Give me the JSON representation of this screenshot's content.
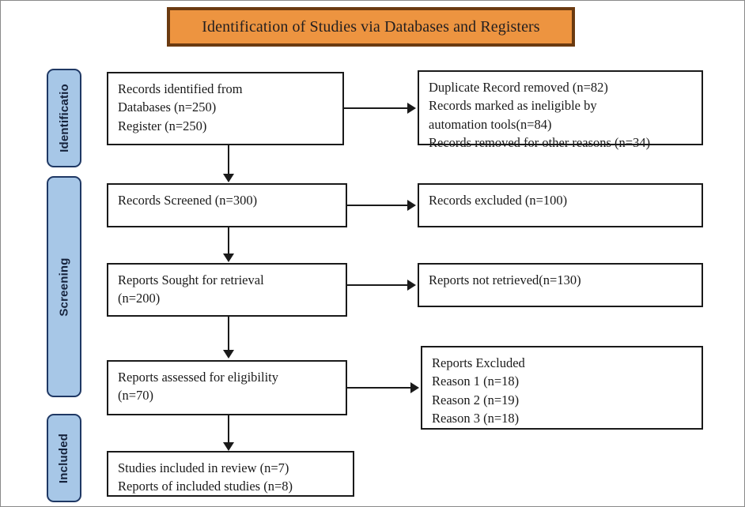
{
  "banner": {
    "title": "Identification of Studies via Databases and Registers",
    "fill_color": "#ED9440",
    "border_color": "#6B3A10"
  },
  "stages": [
    {
      "label": "Identificatio"
    },
    {
      "label": "Screening"
    },
    {
      "label": "Included"
    }
  ],
  "stage_style": {
    "fill_color": "#A7C7E7",
    "border_color": "#1F3864"
  },
  "boxes": {
    "identified": {
      "lines": [
        "Records identified from",
        "Databases (n=250)",
        "Register (n=250)"
      ]
    },
    "duplicates": {
      "lines": [
        "Duplicate Record removed (n=82)",
        "Records marked as ineligible by",
        "automation tools(n=84)",
        "Records removed for other reasons (n=34)"
      ]
    },
    "screened": {
      "lines": [
        "Records Screened (n=300)"
      ]
    },
    "excluded": {
      "lines": [
        "Records excluded (n=100)"
      ]
    },
    "sought": {
      "lines": [
        "Reports Sought for retrieval",
        "(n=200)"
      ]
    },
    "not_retrieved": {
      "lines": [
        "Reports not retrieved(n=130)"
      ]
    },
    "assessed": {
      "lines": [
        "Reports assessed for eligibility",
        "(n=70)"
      ]
    },
    "reports_excluded": {
      "lines": [
        "Reports Excluded",
        "Reason 1 (n=18)",
        "Reason 2 (n=19)",
        "Reason 3 (n=18)"
      ]
    },
    "included": {
      "lines": [
        "Studies included in review (n=7)",
        "Reports of included studies (n=8)"
      ]
    }
  }
}
